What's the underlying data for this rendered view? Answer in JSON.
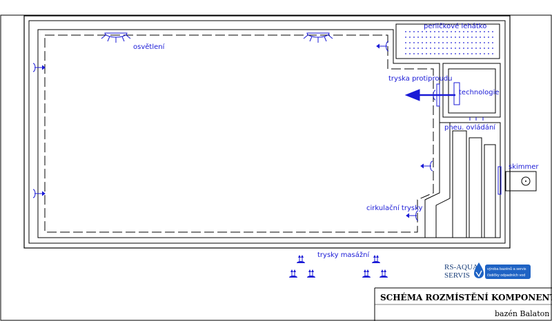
{
  "labels": {
    "lighting": "osvětlení",
    "bubble_lounger": "perličkové lehátko",
    "counter_current_jet": "tryska protiproudu",
    "technology": "technologie",
    "pneumatic_control": "pneu. ovládání",
    "skimmer": "skimmer",
    "circulation_jets": "cirkulační trysky",
    "massage_jets": "trysky masážní"
  },
  "title_block": {
    "title": "SCHÉMA ROZMÍSTĚNÍ KOMPONENTŮ",
    "subtitle": "bazén Balaton"
  },
  "logo": {
    "line1": "RS-AQUA",
    "line2": "SERVIS",
    "tagline1": "výroba bazénů a servis",
    "tagline2": "čističky odpadních vod"
  },
  "colors": {
    "outline": "#000000",
    "component": "#1a1ad6",
    "logo_blue": "#1f63c4"
  },
  "icons": [
    "light-icon",
    "jet-icon",
    "arrow-icon",
    "skimmer-icon",
    "massage-jet-icon"
  ]
}
